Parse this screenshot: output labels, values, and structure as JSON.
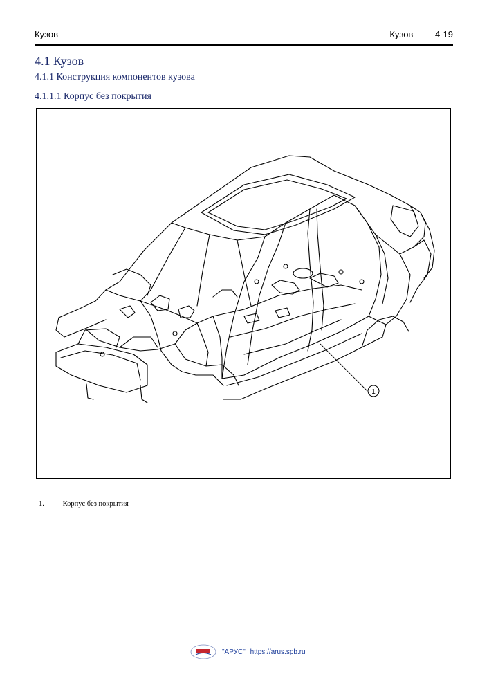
{
  "header": {
    "section_left": "Кузов",
    "section_right": "Кузов",
    "page_number": "4-19"
  },
  "headings": {
    "h1": "4.1 Кузов",
    "h2": "4.1.1 Конструкция компонентов кузова",
    "h3": "4.1.1.1 Корпус без покрытия"
  },
  "figure": {
    "callout": "1",
    "subject": "car-body-in-white-drawing"
  },
  "legend": [
    {
      "num": "1.",
      "text": "Корпус без покрытия"
    }
  ],
  "footer": {
    "brand": "\"АРУС\"",
    "url": "https://arus.spb.ru",
    "logo_text": "АРУС"
  },
  "colors": {
    "heading": "#1c2a6b",
    "footer_link": "#1c3d9a",
    "logo_red": "#c4262e"
  }
}
